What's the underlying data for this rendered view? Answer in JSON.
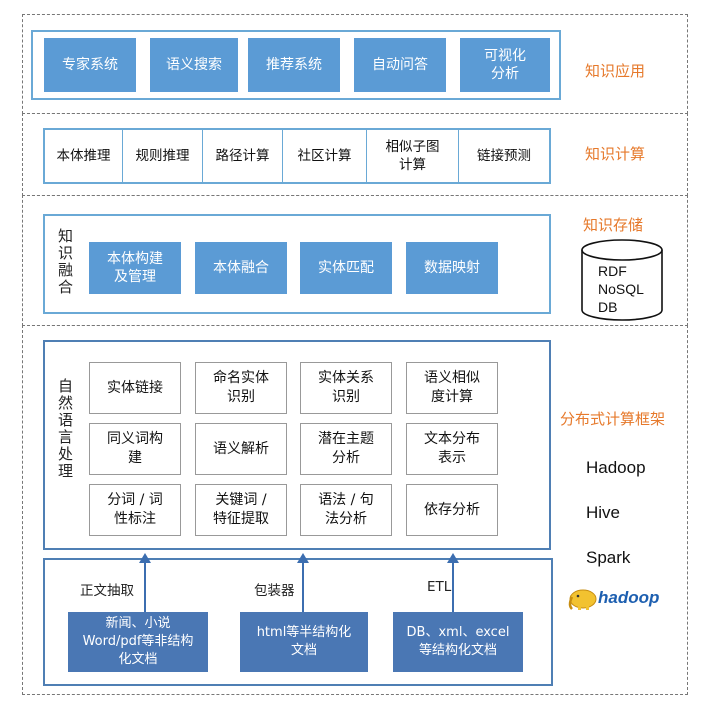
{
  "apps": {
    "items": [
      "专家系统",
      "语义搜索",
      "推荐系统",
      "自动问答",
      "可视化\n分析"
    ],
    "label": "知识应用"
  },
  "compute": {
    "items": [
      "本体推理",
      "规则推理",
      "路径计算",
      "社区计算",
      "相似子图\n计算",
      "链接预测"
    ],
    "label": "知识计算"
  },
  "fusion": {
    "side_label": "知识融合",
    "items": [
      "本体构建\n及管理",
      "本体融合",
      "实体匹配",
      "数据映射"
    ]
  },
  "storage": {
    "label": "知识存储",
    "db_lines": [
      "RDF",
      "NoSQL",
      "DB"
    ]
  },
  "nlp": {
    "side_label": "自然语言处理",
    "grid": [
      [
        "实体链接",
        "命名实体\n识别",
        "实体关系\n识别",
        "语义相似\n度计算"
      ],
      [
        "同义词构\n建",
        "语义解析",
        "潜在主题\n分析",
        "文本分布\n表示"
      ],
      [
        "分词 / 词\n性标注",
        "关键词 /\n特征提取",
        "语法 / 句\n法分析",
        "依存分析"
      ]
    ]
  },
  "sources": {
    "arrow_labels": [
      "正文抽取",
      "包装器",
      "ETL"
    ],
    "boxes": [
      "新闻、小说\nWord/pdf等非结构\n化文档",
      "html等半结构化\n文档",
      "DB、xml、excel\n等结构化文档"
    ]
  },
  "distributed": {
    "label": "分布式计算框架",
    "techs": [
      "Hadoop",
      "Hive",
      "Spark"
    ],
    "logo_text": "hadoop"
  },
  "colors": {
    "box_blue": "#5b9bd5",
    "dark_blue": "#4a77b4",
    "label_orange": "#e6792b"
  }
}
